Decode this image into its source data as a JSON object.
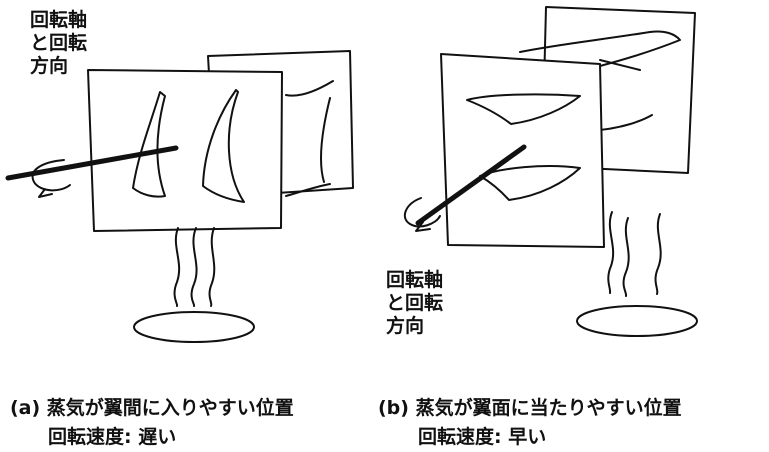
{
  "panel_a": {
    "axis_label_lines": [
      "回転軸",
      "と回転",
      "方向"
    ],
    "caption_title": "(a)  蒸気が翼間に入りやすい位置",
    "caption_speed": "回転速度: 遅い"
  },
  "panel_b": {
    "axis_label_lines": [
      "回転軸",
      "と回転",
      "方向"
    ],
    "caption_title": "(b)  蒸気が翼面に当たりやすい位置",
    "caption_speed": "回転速度: 早い"
  },
  "colors": {
    "ink": "#111111",
    "paper": "#ffffff"
  }
}
